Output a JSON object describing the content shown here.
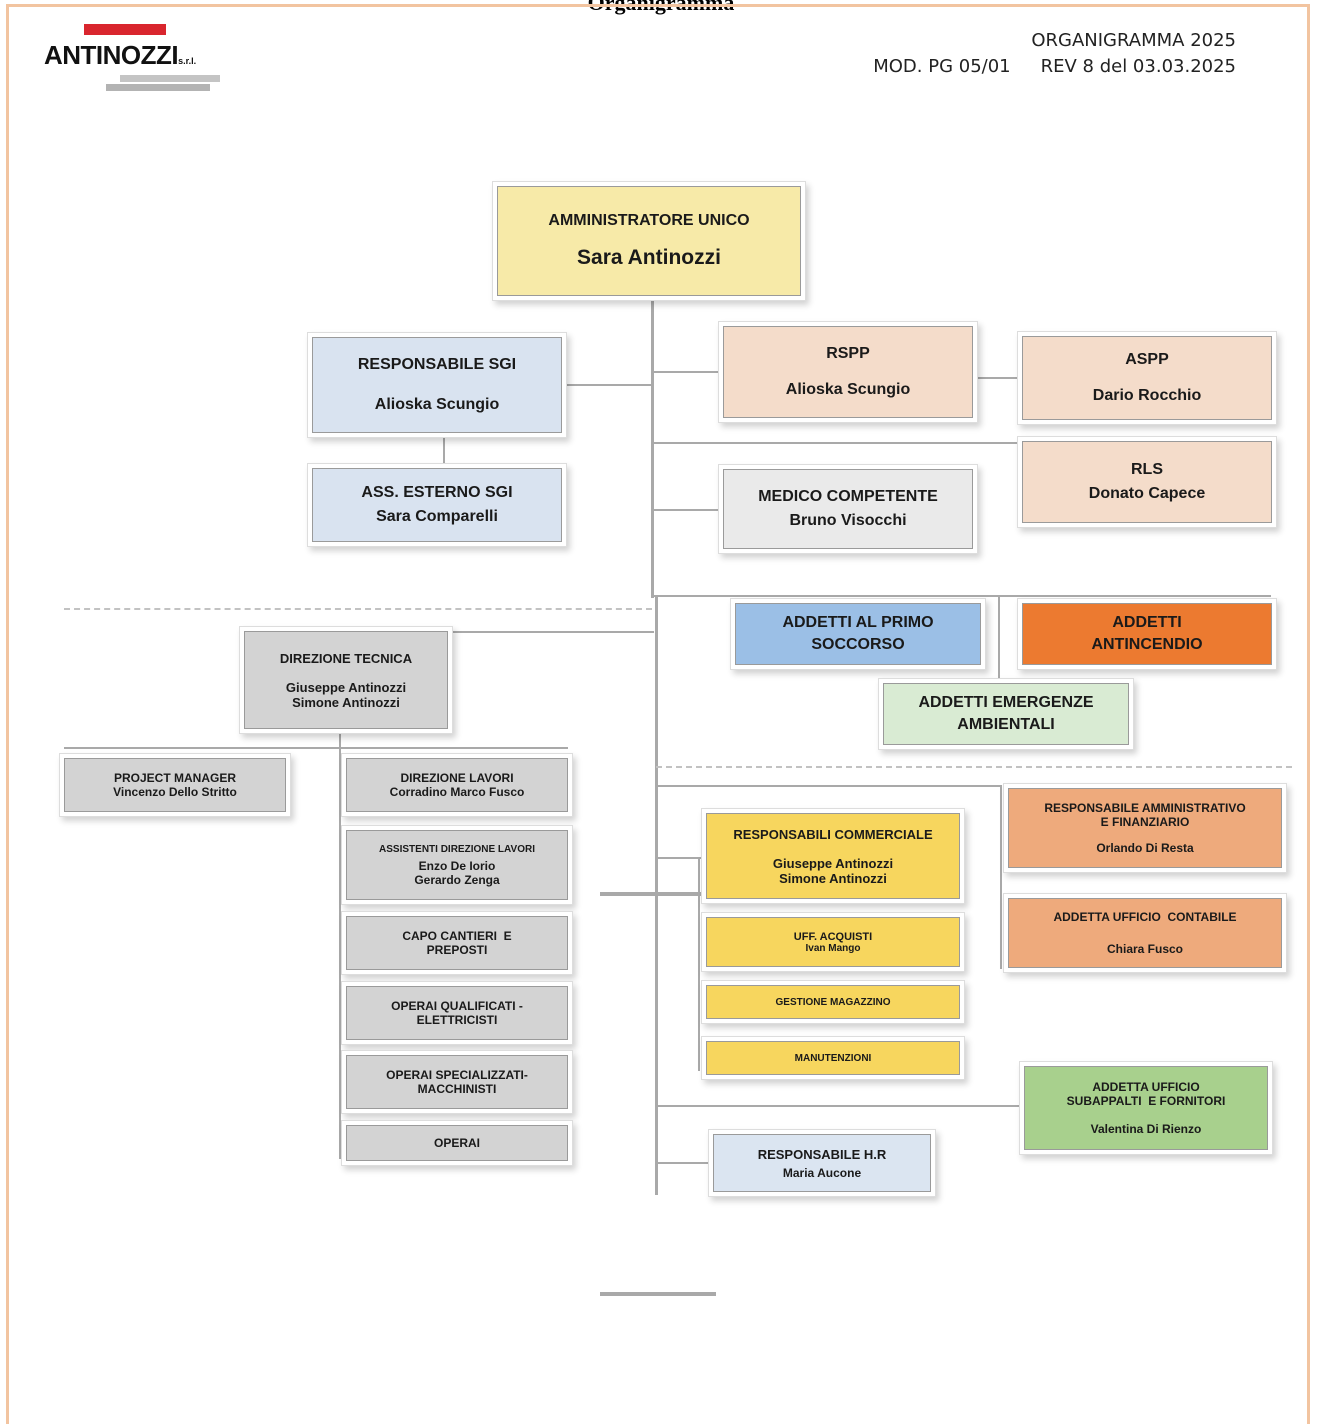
{
  "page": {
    "top_title": "Organigramma"
  },
  "header": {
    "logo_text": "ANTINOZZI",
    "logo_suffix": "s.r.l.",
    "doc_title": "ORGANIGRAMMA 2025",
    "doc_module": "MOD. PG 05/01",
    "doc_revision": "REV 8 del 03.03.2025"
  },
  "chart": {
    "amministratore": {
      "role": "AMMINISTRATORE UNICO",
      "name": "Sara Antinozzi"
    },
    "resp_sgi": {
      "role": "RESPONSABILE SGI",
      "name": "Alioska Scungio"
    },
    "ass_sgi": {
      "role": "ASS. ESTERNO SGI",
      "name": "Sara Comparelli"
    },
    "rspp": {
      "role": "RSPP",
      "name": "Alioska Scungio"
    },
    "aspp": {
      "role": "ASPP",
      "name": "Dario Rocchio"
    },
    "rls": {
      "role": "RLS",
      "name": "Donato Capece"
    },
    "medico": {
      "role": "MEDICO COMPETENTE",
      "name": "Bruno Visocchi"
    },
    "primo_soccorso": {
      "line1": "ADDETTI AL PRIMO",
      "line2": "SOCCORSO"
    },
    "antincendio": {
      "line1": "ADDETTI",
      "line2": "ANTINCENDIO"
    },
    "emergenze": {
      "line1": "ADDETTI EMERGENZE",
      "line2": "AMBIENTALI"
    },
    "direzione_tecnica": {
      "role": "DIREZIONE TECNICA",
      "name1": "Giuseppe Antinozzi",
      "name2": "Simone Antinozzi"
    },
    "project_manager": {
      "role": "PROJECT MANAGER",
      "name": "Vincenzo Dello Stritto"
    },
    "direzione_lavori": {
      "role": "DIREZIONE LAVORI",
      "name": "Corradino Marco Fusco"
    },
    "assistenti_dl": {
      "role": "ASSISTENTI DIREZIONE LAVORI",
      "name1": "Enzo De Iorio",
      "name2": "Gerardo Zenga"
    },
    "capo_cantieri": {
      "line1": "CAPO CANTIERI  E",
      "line2": "PREPOSTI"
    },
    "operai_qualificati": {
      "line1": "OPERAI QUALIFICATI -",
      "line2": "ELETTRICISTI"
    },
    "operai_specializzati": {
      "line1": "OPERAI SPECIALIZZATI-",
      "line2": "MACCHINISTI"
    },
    "operai": {
      "label": "OPERAI"
    },
    "resp_commerciale": {
      "role": "RESPONSABILI COMMERCIALE",
      "name1": "Giuseppe Antinozzi",
      "name2": "Simone Antinozzi"
    },
    "uff_acquisti": {
      "role": "UFF. ACQUISTI",
      "name": "Ivan Mango"
    },
    "magazzino": {
      "label": "GESTIONE MAGAZZINO"
    },
    "manutenzioni": {
      "label": "MANUTENZIONI"
    },
    "resp_amministrativo": {
      "line1": "RESPONSABILE AMMINISTRATIVO",
      "line2": "E FINANZIARIO",
      "name": "Orlando Di Resta"
    },
    "contabile": {
      "role": "ADDETTA UFFICIO  CONTABILE",
      "name": "Chiara Fusco"
    },
    "subappalti": {
      "line1": "ADDETTA UFFICIO",
      "line2": "SUBAPPALTI  E FORNITORI",
      "name": "Valentina Di Rienzo"
    },
    "resp_hr": {
      "role": "RESPONSABILE H.R",
      "name": "Maria Aucone"
    }
  }
}
